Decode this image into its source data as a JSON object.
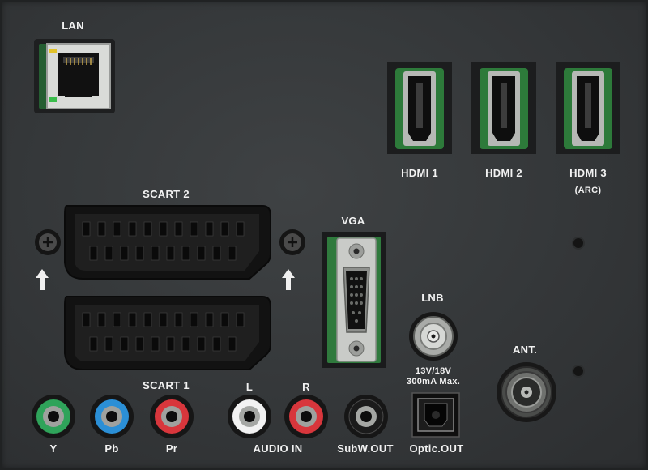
{
  "panel": {
    "labels": {
      "lan": "LAN",
      "hdmi1": "HDMI 1",
      "hdmi2": "HDMI 2",
      "hdmi3": "HDMI 3",
      "arc": "(ARC)",
      "scart2": "SCART 2",
      "scart1": "SCART 1",
      "vga": "VGA",
      "lnb": "LNB",
      "lnb_spec_line1": "13V/18V",
      "lnb_spec_line2": "300mA Max.",
      "ant": "ANT.",
      "y": "Y",
      "pb": "Pb",
      "pr": "Pr",
      "audio_l": "L",
      "audio_r": "R",
      "audio_in": "AUDIO IN",
      "subw_out": "SubW.OUT",
      "optic_out": "Optic.OUT"
    },
    "colors": {
      "panel": "#37393b",
      "y_ring": "#2fa35a",
      "pb_ring": "#2b8fd6",
      "pr_ring": "#d8363c",
      "audio_l_ring": "#f2f2f2",
      "audio_r_ring": "#d8363c",
      "subw_ring": "#1b1b1b"
    },
    "icons": [
      "rj45-port-icon",
      "hdmi-port-icon",
      "scart-port-icon",
      "vga-port-icon",
      "f-connector-icon",
      "coax-antenna-icon",
      "rca-jack-icon",
      "toslink-port-icon",
      "screw-icon",
      "up-arrow-icon"
    ]
  }
}
